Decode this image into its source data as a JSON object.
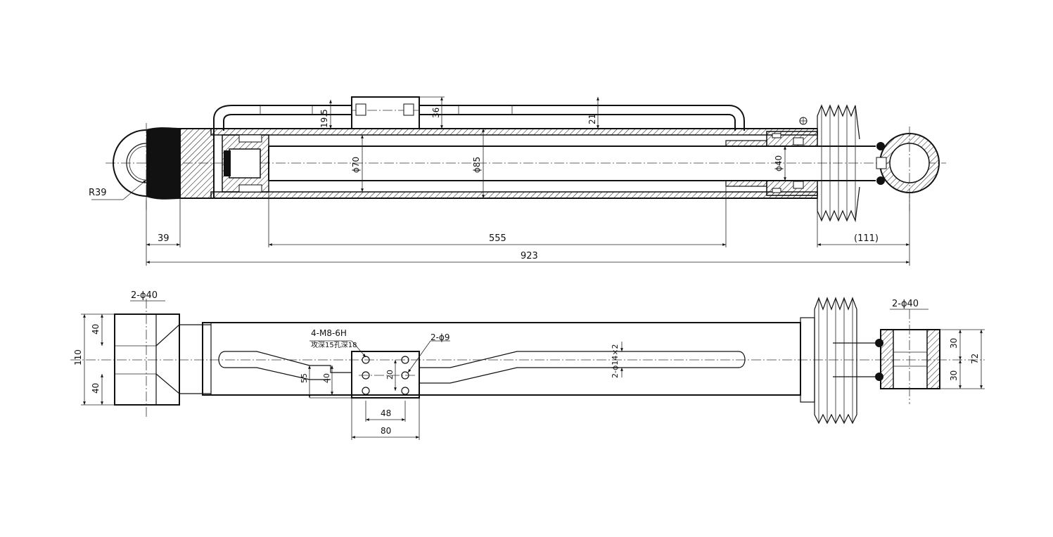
{
  "top_view": {
    "dims": {
      "r39": "R39",
      "d39": "39",
      "d555": "555",
      "d111": "(111)",
      "d923": "923",
      "h19_5": "19.5",
      "h36": "36",
      "h21": "21",
      "phi70": "ϕ70",
      "phi85": "ϕ85",
      "phi40": "ϕ40"
    }
  },
  "bottom_view": {
    "dims": {
      "left_holes": "2-ϕ40",
      "right_holes": "2-ϕ40",
      "h110": "110",
      "h40a": "40",
      "h40b": "40",
      "thread_holes": "4-M8-6H",
      "thread_depth": "攻深15孔深18",
      "small_holes": "2-ϕ9",
      "pipe": "2-ϕ14×2",
      "v55": "55",
      "v40": "40",
      "v20": "20",
      "w48": "48",
      "w80": "80",
      "h72": "72",
      "h30a": "30",
      "h30b": "30"
    }
  }
}
